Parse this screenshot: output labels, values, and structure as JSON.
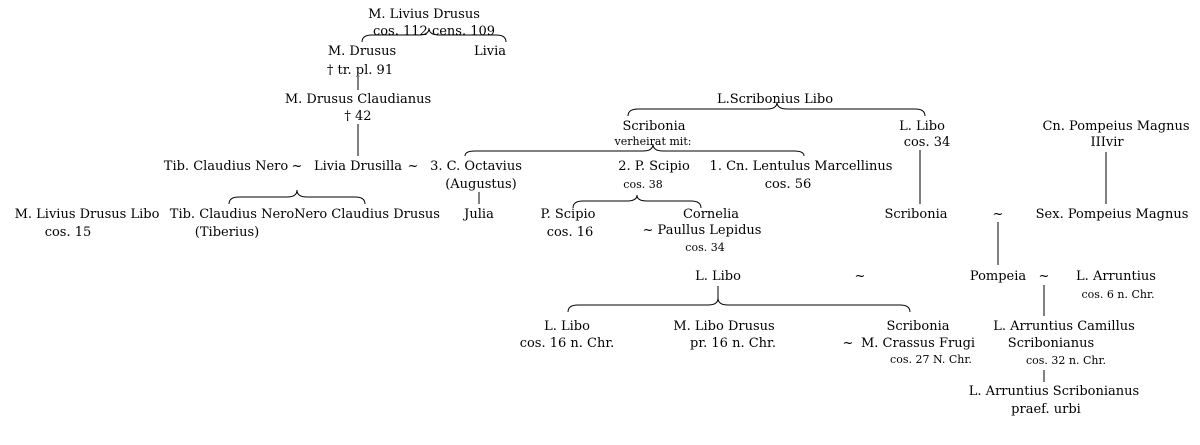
{
  "colors": {
    "ink": "#000000",
    "background": "#ffffff"
  },
  "persons": {
    "livius_drusus": {
      "name": "M. Livius Drusus",
      "note": "cos. 112 cens. 109"
    },
    "m_drusus": {
      "name": "M. Drusus",
      "note": "† tr. pl. 91"
    },
    "livia": {
      "name": "Livia"
    },
    "drusus_claudianus": {
      "name": "M. Drusus Claudianus",
      "note": "† 42"
    },
    "tib_nero_father": {
      "name": "Tib. Claudius Nero"
    },
    "livia_drusilla": {
      "name": "Livia Drusilla"
    },
    "octavius": {
      "name": "3. C. Octavius",
      "note": "(Augustus)"
    },
    "drusus_libo": {
      "name": "M. Livius Drusus Libo",
      "note": "cos. 15"
    },
    "tiberius": {
      "name": "Tib. Claudius Nero",
      "note": "(Tiberius)"
    },
    "nero_drusus": {
      "name": "Nero Claudius Drusus"
    },
    "julia": {
      "name": "Julia"
    },
    "scribonius_libo": {
      "name": "L.Scribonius Libo"
    },
    "scribonia": {
      "name": "Scribonia",
      "note": "verheirat mit:"
    },
    "scipio_husband": {
      "name": "2. P. Scipio",
      "note": "cos. 38"
    },
    "lentulus": {
      "name": "1. Cn. Lentulus Marcellinus",
      "note": "cos. 56"
    },
    "p_scipio": {
      "name": "P. Scipio",
      "note": "cos. 16"
    },
    "cornelia": {
      "name": "Cornelia",
      "spouse": "~ Paullus Lepidus",
      "note": "cos. 34"
    },
    "l_libo_cos34": {
      "name": "L. Libo",
      "note": "cos. 34"
    },
    "scribonia_2": {
      "name": "Scribonia"
    },
    "pompeius_magnus": {
      "name": "Cn. Pompeius Magnus",
      "note": "IIIvir"
    },
    "sex_pompeius": {
      "name": "Sex. Pompeius Magnus"
    },
    "l_libo_mid": {
      "name": "L. Libo"
    },
    "pompeia": {
      "name": "Pompeia"
    },
    "arruntius": {
      "name": "L. Arruntius",
      "note": "cos. 6 n. Chr."
    },
    "libo_cos16": {
      "name": "L. Libo",
      "note": "cos. 16 n. Chr."
    },
    "libo_drusus": {
      "name": "M. Libo Drusus",
      "note": "pr. 16 n. Chr."
    },
    "scribonia_3": {
      "name": "Scribonia",
      "spouse": "M. Crassus Frugi",
      "note": "cos. 27 N. Chr."
    },
    "camillus": {
      "name": "L. Arruntius Camillus",
      "name2": "Scribonianus",
      "note": "cos. 32 n. Chr."
    },
    "scribonianus": {
      "name": "L. Arruntius Scribonianus",
      "note": "praef. urbi"
    }
  },
  "marks": {
    "marriage": "~"
  }
}
